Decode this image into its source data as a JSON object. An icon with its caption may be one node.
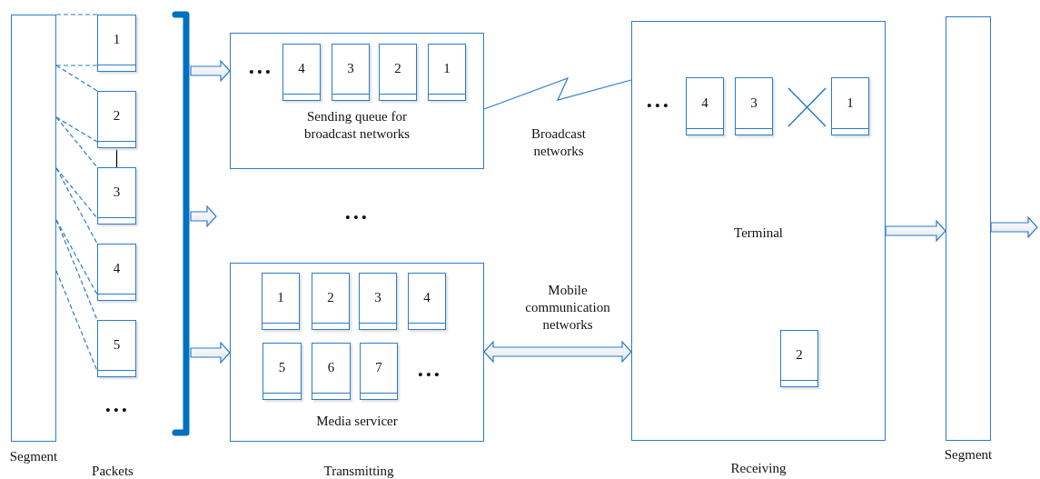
{
  "diagram": {
    "nodes": [
      {
        "text": [
          "Segment"
        ]
      },
      {
        "text": [
          "1"
        ]
      },
      {
        "text": [
          "2"
        ]
      },
      {
        "text": [
          "3"
        ]
      },
      {
        "text": [
          "4"
        ]
      },
      {
        "text": [
          "5"
        ]
      },
      {
        "text": [],
        "shape": "bar"
      },
      {
        "text": [
          "Sending queue for broadcast networks"
        ]
      },
      {
        "text": [
          "4"
        ],
        "in": 7
      },
      {
        "text": [
          "3"
        ],
        "in": 7
      },
      {
        "text": [
          "2"
        ],
        "in": 7
      },
      {
        "text": [
          "1"
        ],
        "in": 7
      },
      {
        "text": [
          "Media servicer"
        ]
      },
      {
        "text": [
          "1"
        ],
        "in": 12
      },
      {
        "text": [
          "2"
        ],
        "in": 12
      },
      {
        "text": [
          "3"
        ],
        "in": 12
      },
      {
        "text": [
          "4"
        ],
        "in": 12
      },
      {
        "text": [
          "5"
        ],
        "in": 12
      },
      {
        "text": [
          "6"
        ],
        "in": 12
      },
      {
        "text": [
          "7"
        ],
        "in": 12
      },
      {
        "text": [
          "Terminal"
        ]
      },
      {
        "text": [
          "4"
        ],
        "in": 20
      },
      {
        "text": [
          "3"
        ],
        "in": 20
      },
      {
        "text": [
          "1"
        ],
        "in": 20
      },
      {
        "text": [
          "2"
        ],
        "in": 20
      },
      {
        "text": [
          "Segment"
        ]
      }
    ],
    "edges": [
      {
        "from": 0,
        "to": 1,
        "arrow": "none",
        "style": "dashed"
      },
      {
        "from": 0,
        "to": 1,
        "arrow": "none",
        "style": "dashed"
      },
      {
        "from": 0,
        "to": 2,
        "arrow": "none",
        "style": "dashed"
      },
      {
        "from": 0,
        "to": 2,
        "arrow": "none",
        "style": "dashed"
      },
      {
        "from": 0,
        "to": 3,
        "arrow": "none",
        "style": "dashed"
      },
      {
        "from": 0,
        "to": 3,
        "arrow": "none",
        "style": "dashed"
      },
      {
        "from": 0,
        "to": 4,
        "arrow": "none",
        "style": "dashed"
      },
      {
        "from": 0,
        "to": 4,
        "arrow": "none",
        "style": "dashed"
      },
      {
        "from": 0,
        "to": 5,
        "arrow": "none",
        "style": "dashed"
      },
      {
        "from": 0,
        "to": 5,
        "arrow": "none",
        "style": "dashed"
      },
      {
        "from": 2,
        "to": 3,
        "arrow": "none",
        "color": "#000000"
      },
      {
        "from": 6,
        "to": 7,
        "arrow": "to",
        "style": "thick"
      },
      {
        "from": 6,
        "to": null,
        "arrow": "to",
        "style": "thick"
      },
      {
        "from": 6,
        "to": 12,
        "arrow": "to",
        "style": "thick"
      },
      {
        "from": 7,
        "to": 20,
        "arrow": "none",
        "label": "Broadcast networks"
      },
      {
        "from": 12,
        "to": 20,
        "arrow": "both",
        "style": "thick",
        "label": "Mobile communication networks"
      },
      {
        "from": 20,
        "to": 25,
        "arrow": "to",
        "style": "thick"
      },
      {
        "from": 25,
        "to": null,
        "arrow": "to",
        "style": "thick"
      }
    ],
    "labels": [
      "• • •",
      "• • •",
      "• • •",
      "• • •",
      "• • •",
      "Packets",
      "Transmitting",
      "Receiving"
    ]
  }
}
